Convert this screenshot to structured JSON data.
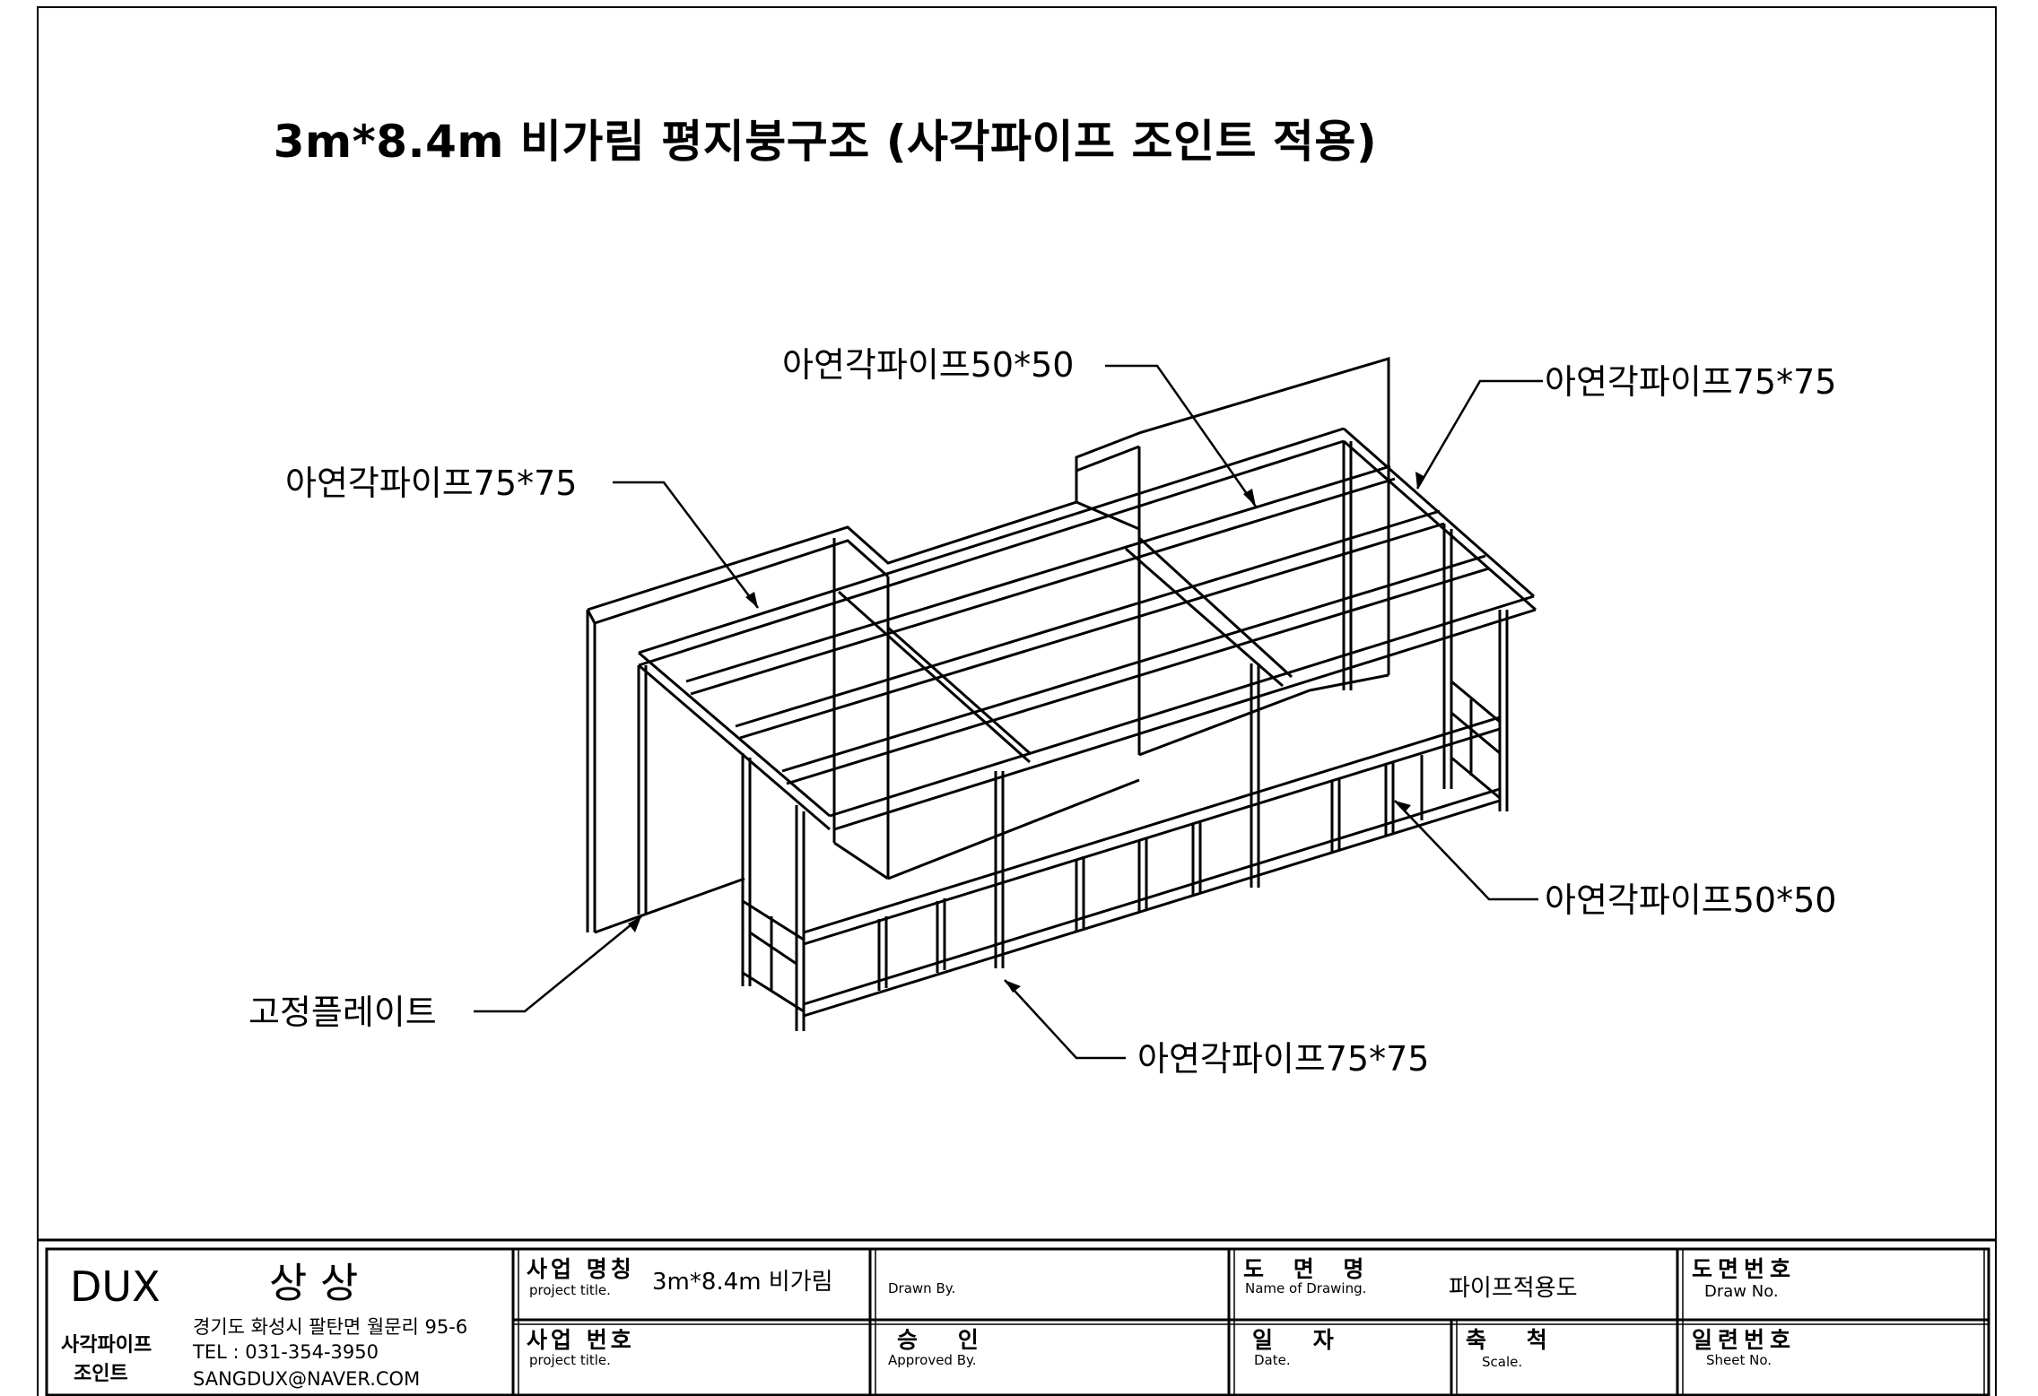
{
  "title": "3m*8.4m 비가림 평지붕구조 (사각파이프 조인트 적용)",
  "callouts": {
    "top_center": "아연각파이프50*50",
    "top_right": "아연각파이프75*75",
    "left": "아연각파이프75*75",
    "right": "아연각파이프50*50",
    "bottom_left": "고정플레이트",
    "bottom_center": "아연각파이프75*75"
  },
  "title_block": {
    "company_en": "DUX",
    "company_ko": "상 상",
    "product_line1": "사각파이프",
    "product_line2": "조인트",
    "address": "경기도 화성시 팔탄면 월문리 95-6",
    "tel": "TEL : 031-354-3950",
    "email": "SANGDUX@NAVER.COM",
    "project_name_label": "사업 명칭",
    "project_name_sub": "project title.",
    "project_name_value": "3m*8.4m 비가림",
    "project_no_label": "사업 번호",
    "project_no_sub": "project title.",
    "drawn_by": "Drawn By.",
    "approved_label": "승 인",
    "approved_sub": "Approved By.",
    "drawing_name_label": "도 면 명",
    "drawing_name_sub": "Name of Drawing.",
    "drawing_name_value": "파이프적용도",
    "date_label": "일 자",
    "date_sub": "Date.",
    "scale_label": "축 척",
    "scale_sub": "Scale.",
    "draw_no_label": "도면번호",
    "draw_no_sub": "Draw No.",
    "sheet_no_label": "일련번호",
    "sheet_no_sub": "Sheet No."
  }
}
